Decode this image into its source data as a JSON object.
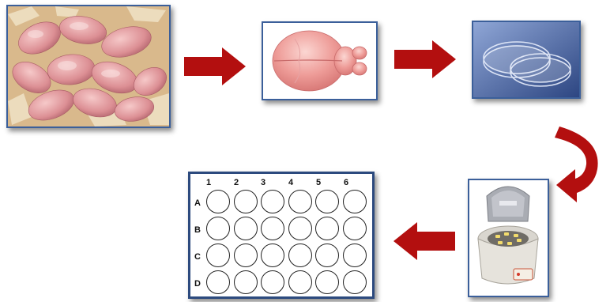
{
  "plate": {
    "columns": [
      "1",
      "2",
      "3",
      "4",
      "5",
      "6"
    ],
    "rows": [
      "A",
      "B",
      "C",
      "D"
    ]
  },
  "colors": {
    "arrow": "#b30f0f",
    "frame_border": "#3b5f9a",
    "plate_border": "#2c4a7e"
  },
  "icons": [
    "pups-photo",
    "brain-photo",
    "petri-dish-photo",
    "centrifuge-photo",
    "well-plate"
  ]
}
